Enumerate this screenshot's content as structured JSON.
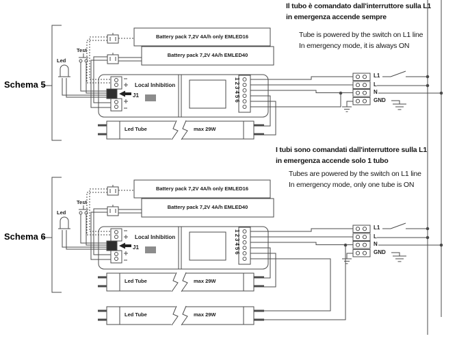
{
  "colors": {
    "line": "#4a4a4a",
    "text": "#1a1a1a",
    "background": "#ffffff",
    "connector_dark": "#2e2e2e",
    "jumper_gray": "#8c8c8c"
  },
  "shared": {
    "battery_pack_16": "Battery pack 7,2V 4A/h only  EMLED16",
    "battery_pack_40": "Battery pack 7,2V 4A/h  EMLED40",
    "led": "Led",
    "test": "Test",
    "local_inhibition": "Local Inhibition",
    "j1": "J1",
    "terminal_numbers": "123456",
    "led_tube": "Led Tube",
    "max_power": "max 29W",
    "t_l1": "L1",
    "t_l": "L",
    "t_n": "N",
    "t_gnd": "GND"
  },
  "schema5": {
    "label": "Schema 5",
    "note_it": [
      "Il tubo è comandato dall'interruttore  sulla L1",
      "in emergenza accende sempre"
    ],
    "note_en": [
      "Tube is powered by the switch on L1 line",
      "In emergency mode, it is always ON"
    ]
  },
  "schema6": {
    "label": "Schema 6",
    "note_it": [
      "I tubi sono comandati dall'interruttore  sulla L1",
      "in emergenza accende solo 1 tubo"
    ],
    "note_en": [
      "Tubes are powered by the switch on L1 line",
      "In emergency mode, only one tube is ON"
    ]
  }
}
